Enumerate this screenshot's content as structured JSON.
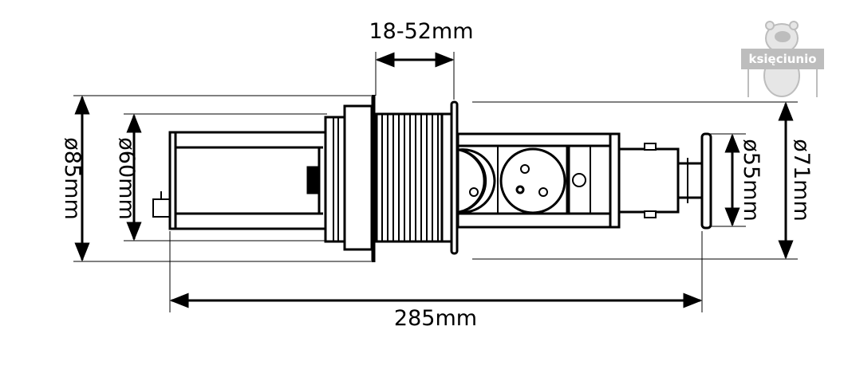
{
  "dimensions": {
    "thickness": "18-52mm",
    "flange_diameter": "ø85mm",
    "body_diameter": "ø60mm",
    "cap_diameter": "ø55mm",
    "disc_diameter": "ø71mm",
    "total_length": "285mm"
  },
  "logo": {
    "text": "księciunio"
  },
  "colors": {
    "line": "#000000",
    "logo": "#bdbdbd"
  }
}
